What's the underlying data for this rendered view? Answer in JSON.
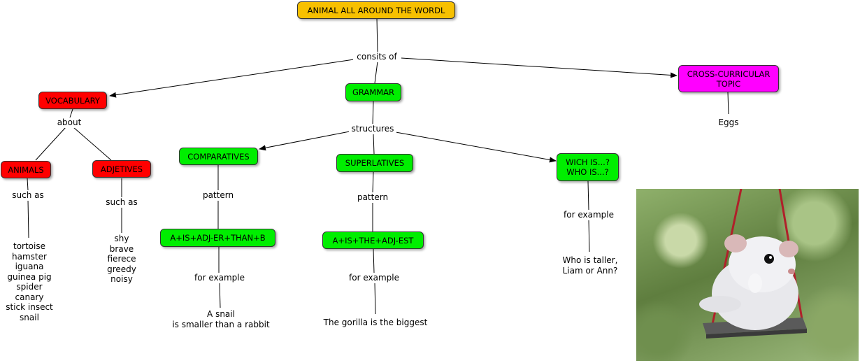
{
  "colors": {
    "title": "#f7c000",
    "vocabulary": "#ff0000",
    "grammar": "#00ee00",
    "cross": "#ff00ff"
  },
  "nodes": {
    "title": "ANIMAL ALL AROUND THE WORDL",
    "vocabulary": "VOCABULARY",
    "grammar": "GRAMMAR",
    "cross": "CROSS-CURRICULAR\nTOPIC",
    "animals": "ANIMALS",
    "adjetives": "ADJETIVES",
    "comparatives": "COMPARATIVES",
    "superlatives": "SUPERLATIVES",
    "wich": "WICH IS...?\nWHO IS...?",
    "comp_pattern": "A+IS+ADJ-ER+THAN+B",
    "sup_pattern": "A+IS+THE+ADJ-EST"
  },
  "labels": {
    "consits_of": "consits of",
    "about": "about",
    "structures": "structures",
    "such_as_1": "such as",
    "such_as_2": "such as",
    "pattern_1": "pattern",
    "pattern_2": "pattern",
    "for_example_1": "for example",
    "for_example_2": "for example",
    "for_example_3": "for example",
    "eggs": "Eggs",
    "animals_list": "tortoise\nhamster\niguana\nguinea pig\nspider\ncanary\nstick insect\nsnail",
    "adjetives_list": "shy\nbrave\nfierece\ngreedy\nnoisy",
    "comp_example": "A snail\nis smaller than a rabbit",
    "sup_example": "The gorilla is the biggest",
    "wich_example": "Who is taller,\nLiam or Ann?"
  },
  "image": {
    "subject": "hamster-on-swing-photo"
  }
}
